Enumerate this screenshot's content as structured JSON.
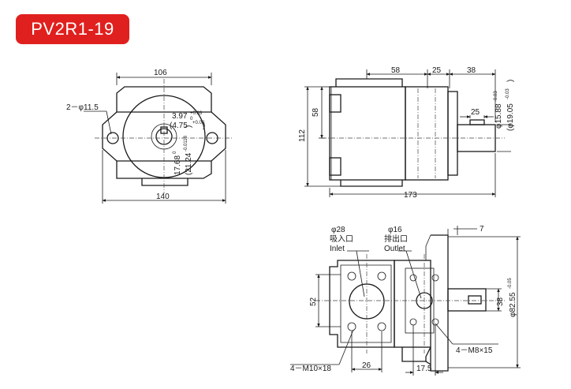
{
  "title_badge": "PV2R1-19",
  "front_view": {
    "dim_top": "106",
    "dim_hole": "2－φ11.5",
    "dim_key": "3.97",
    "dim_key_tol_top": "+0.03",
    "dim_key_tol_bot": "0",
    "dim_key2": "(4.75",
    "dim_key2_tol": "+0.03",
    "dim_key2_close": ")",
    "dim_bore": "17.68",
    "dim_bore_tol": "0",
    "dim_bore2": "(21.24",
    "dim_bore2_tol": "-0.0118",
    "dim_bore2_close": ")",
    "dim_bottom": "140"
  },
  "side_view": {
    "dim_58_top": "58",
    "dim_25_top": "25",
    "dim_38_top": "38",
    "dim_58_left": "58",
    "dim_112": "112",
    "dim_25_shaft": "25",
    "dim_shaft1": "φ15.88",
    "dim_shaft2": "(φ19.05",
    "dim_shaft_close": ")",
    "dim_shaft_tol1": "-0.03",
    "dim_shaft_tol2": "-0.03",
    "dim_173": "173"
  },
  "bottom_view": {
    "inlet_dia": "φ28",
    "inlet_cn": "吸入口",
    "inlet_en": "Inlet",
    "outlet_dia": "φ16",
    "outlet_cn": "排出口",
    "outlet_en": "Outlet",
    "dim_7": "7",
    "dim_52": "52",
    "dim_38": "38",
    "dim_82": "φ82.55",
    "dim_82_tol": "-0.05",
    "dim_m8": "4－M8×15",
    "dim_m10": "4－M10×18",
    "dim_26": "26",
    "dim_17": "17.5"
  }
}
